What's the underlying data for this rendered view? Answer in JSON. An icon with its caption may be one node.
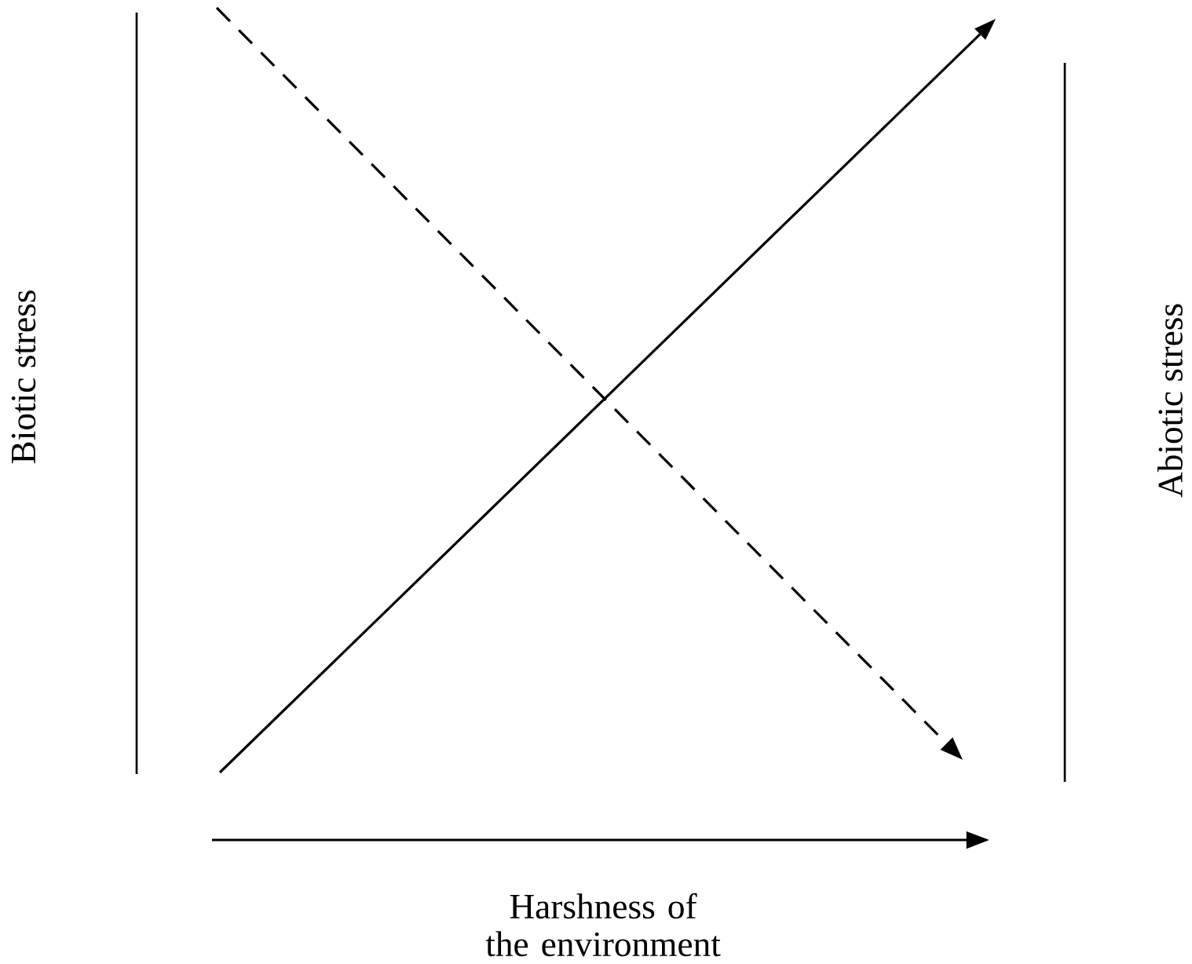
{
  "diagram": {
    "labels": [
      "Biotic stress",
      "Abiotic stress",
      "Harshness of the environment"
    ]
  }
}
